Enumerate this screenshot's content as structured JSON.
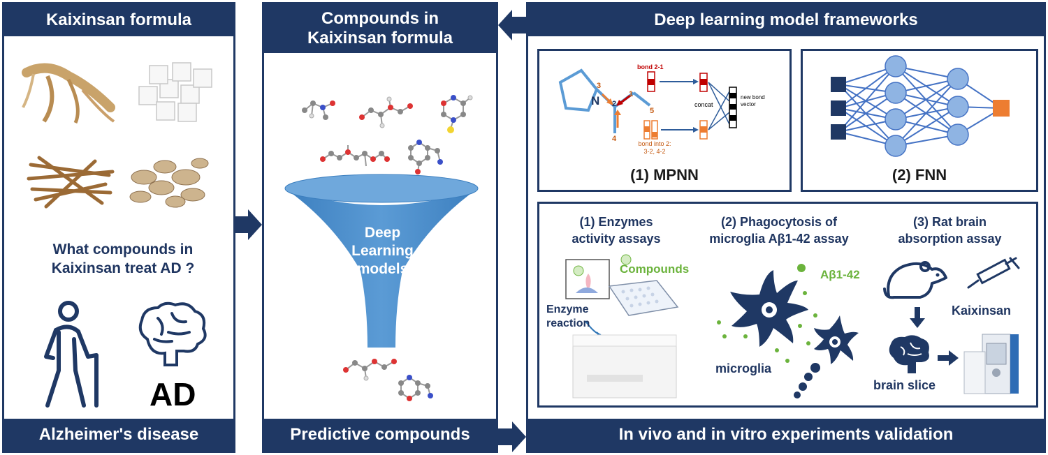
{
  "left_panel": {
    "title": "Kaixinsan formula",
    "question": "What compounds in Kaixinsan treat AD ?",
    "ad_label": "AD",
    "footer": "Alzheimer's disease"
  },
  "middle_panel": {
    "title": "Compounds in Kaixinsan formula",
    "funnel_label": "Deep Learning models",
    "footer": "Predictive compounds"
  },
  "right_panel": {
    "title": "Deep learning model frameworks",
    "mpnn": {
      "label": "(1) MPNN",
      "bond_2_1": "bond 2-1",
      "concat": "concat",
      "new_bond_vector": "new bond vector",
      "bond_into_2": "bond into 2:",
      "bond_into_2_sub": "3-2, 4-2",
      "atom_n": "N",
      "node_1": "1",
      "node_2": "2",
      "node_3": "3",
      "node_4": "4",
      "node_5": "5"
    },
    "fnn": {
      "label": "(2) FNN"
    },
    "assays": {
      "enzymes": "(1) Enzymes activity assays",
      "compounds": "Compounds",
      "enzyme_reaction": "Enzyme reaction",
      "phagocytosis": "(2) Phagocytosis of microglia Aβ1-42 assay",
      "abeta": "Aβ1-42",
      "microglia": "microglia",
      "rat_brain": "(3) Rat brain absorption assay",
      "kaixinsan": "Kaixinsan",
      "brain_slice": "brain slice"
    },
    "footer": "In vivo and in vitro experiments validation"
  },
  "colors": {
    "navy": "#1f3864",
    "funnel_blue": "#4f8fc8",
    "node_blue": "#8fb4e3",
    "orange": "#ed7d31",
    "dark_red": "#c00000",
    "green": "#6bb33c"
  }
}
